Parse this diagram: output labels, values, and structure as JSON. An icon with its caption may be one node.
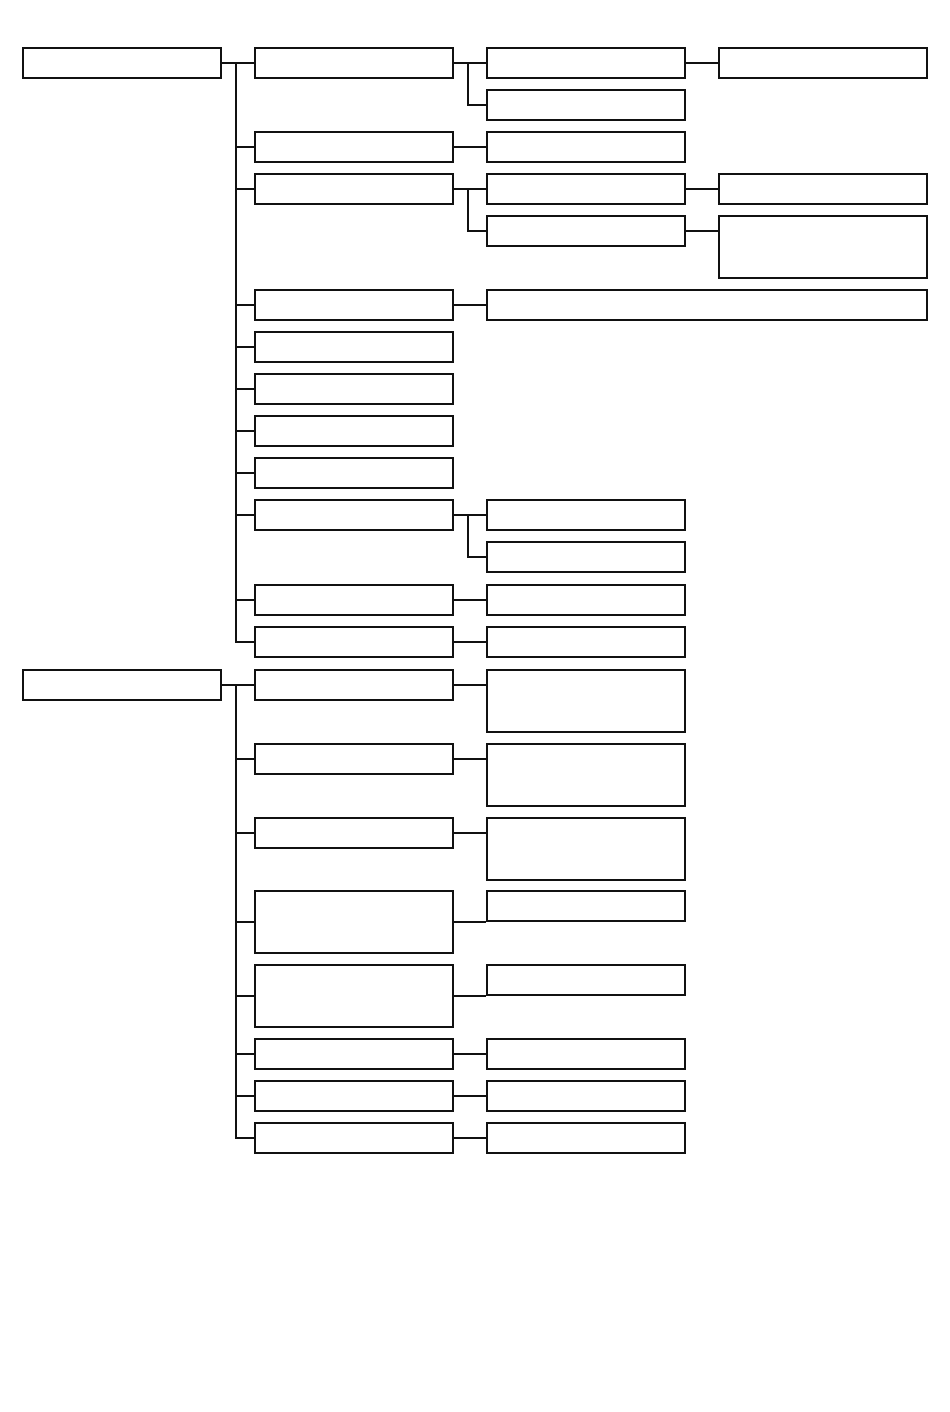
{
  "diagram": {
    "nodes": [
      {
        "text": [],
        "shape": "box"
      },
      {
        "text": [],
        "shape": "box"
      },
      {
        "text": [],
        "shape": "box"
      },
      {
        "text": [],
        "shape": "box"
      },
      {
        "text": [],
        "shape": "box"
      },
      {
        "text": [],
        "shape": "box"
      },
      {
        "text": [],
        "shape": "box"
      },
      {
        "text": [],
        "shape": "box"
      },
      {
        "text": [],
        "shape": "box"
      },
      {
        "text": [],
        "shape": "box"
      },
      {
        "text": [],
        "shape": "box"
      },
      {
        "text": [],
        "shape": "box"
      },
      {
        "text": [],
        "shape": "box"
      },
      {
        "text": [],
        "shape": "box"
      },
      {
        "text": [],
        "shape": "box"
      },
      {
        "text": [],
        "shape": "box"
      },
      {
        "text": [],
        "shape": "box"
      },
      {
        "text": [],
        "shape": "box"
      },
      {
        "text": [],
        "shape": "box"
      },
      {
        "text": [],
        "shape": "box"
      },
      {
        "text": [],
        "shape": "box"
      },
      {
        "text": [],
        "shape": "box"
      },
      {
        "text": [],
        "shape": "box"
      },
      {
        "text": [],
        "shape": "box"
      },
      {
        "text": [],
        "shape": "box"
      },
      {
        "text": [],
        "shape": "box"
      },
      {
        "text": [],
        "shape": "box"
      },
      {
        "text": [],
        "shape": "box"
      },
      {
        "text": [],
        "shape": "box"
      },
      {
        "text": [],
        "shape": "box"
      },
      {
        "text": [],
        "shape": "box"
      },
      {
        "text": [],
        "shape": "box"
      },
      {
        "text": [],
        "shape": "box"
      },
      {
        "text": [],
        "shape": "box"
      },
      {
        "text": [],
        "shape": "box"
      },
      {
        "text": [],
        "shape": "box"
      },
      {
        "text": [],
        "shape": "box"
      },
      {
        "text": [],
        "shape": "box"
      },
      {
        "text": [],
        "shape": "box"
      },
      {
        "text": [],
        "shape": "box"
      },
      {
        "text": [],
        "shape": "box"
      },
      {
        "text": [],
        "shape": "box"
      }
    ],
    "edges": [
      {
        "from": 0,
        "to": 1,
        "arrow": "none"
      },
      {
        "from": 1,
        "to": 2,
        "arrow": "none"
      },
      {
        "from": 2,
        "to": 3,
        "arrow": "none"
      },
      {
        "from": 1,
        "to": 4,
        "arrow": "none"
      },
      {
        "from": 0,
        "to": 5,
        "arrow": "none"
      },
      {
        "from": 5,
        "to": 6,
        "arrow": "none"
      },
      {
        "from": 0,
        "to": 7,
        "arrow": "none"
      },
      {
        "from": 7,
        "to": 8,
        "arrow": "none"
      },
      {
        "from": 8,
        "to": 9,
        "arrow": "none"
      },
      {
        "from": 7,
        "to": 10,
        "arrow": "none"
      },
      {
        "from": 10,
        "to": 11,
        "arrow": "none"
      },
      {
        "from": 0,
        "to": 12,
        "arrow": "none"
      },
      {
        "from": 12,
        "to": 13,
        "arrow": "none"
      },
      {
        "from": 0,
        "to": 14,
        "arrow": "none"
      },
      {
        "from": 0,
        "to": 15,
        "arrow": "none"
      },
      {
        "from": 0,
        "to": 16,
        "arrow": "none"
      },
      {
        "from": 0,
        "to": 17,
        "arrow": "none"
      },
      {
        "from": 0,
        "to": 18,
        "arrow": "none"
      },
      {
        "from": 18,
        "to": 19,
        "arrow": "none"
      },
      {
        "from": 18,
        "to": 20,
        "arrow": "none"
      },
      {
        "from": 0,
        "to": 21,
        "arrow": "none"
      },
      {
        "from": 21,
        "to": 22,
        "arrow": "none"
      },
      {
        "from": 0,
        "to": 23,
        "arrow": "none"
      },
      {
        "from": 23,
        "to": 24,
        "arrow": "none"
      },
      {
        "from": 25,
        "to": 26,
        "arrow": "none"
      },
      {
        "from": 26,
        "to": 27,
        "arrow": "none"
      },
      {
        "from": 25,
        "to": 28,
        "arrow": "none"
      },
      {
        "from": 28,
        "to": 29,
        "arrow": "none"
      },
      {
        "from": 25,
        "to": 30,
        "arrow": "none"
      },
      {
        "from": 30,
        "to": 31,
        "arrow": "none"
      },
      {
        "from": 25,
        "to": 32,
        "arrow": "none"
      },
      {
        "from": 32,
        "to": 33,
        "arrow": "none"
      },
      {
        "from": 25,
        "to": 34,
        "arrow": "none"
      },
      {
        "from": 34,
        "to": 35,
        "arrow": "none"
      },
      {
        "from": 25,
        "to": 36,
        "arrow": "none"
      },
      {
        "from": 36,
        "to": 37,
        "arrow": "none"
      },
      {
        "from": 25,
        "to": 38,
        "arrow": "none"
      },
      {
        "from": 38,
        "to": 39,
        "arrow": "none"
      },
      {
        "from": 25,
        "to": 40,
        "arrow": "none"
      },
      {
        "from": 40,
        "to": 41,
        "arrow": "none"
      }
    ]
  }
}
